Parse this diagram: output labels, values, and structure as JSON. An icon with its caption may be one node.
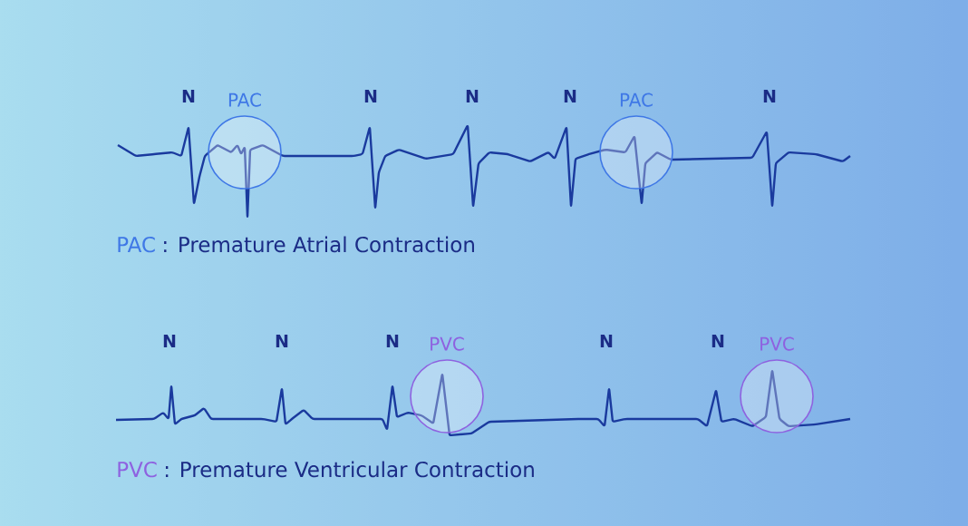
{
  "diagram": {
    "nodes": [
      {
        "text": [
          "PAC"
        ]
      },
      {
        "text": [
          "PAC"
        ]
      },
      {
        "text": [
          "PVC"
        ]
      },
      {
        "text": [
          "PVC"
        ]
      }
    ],
    "labels": [
      "N",
      "N",
      "N",
      "N",
      "N",
      "PAC",
      ": Premature Atrial Contraction",
      "N",
      "N",
      "N",
      "N",
      "N",
      "PVC",
      ": Premature Ventricular Contraction"
    ]
  }
}
